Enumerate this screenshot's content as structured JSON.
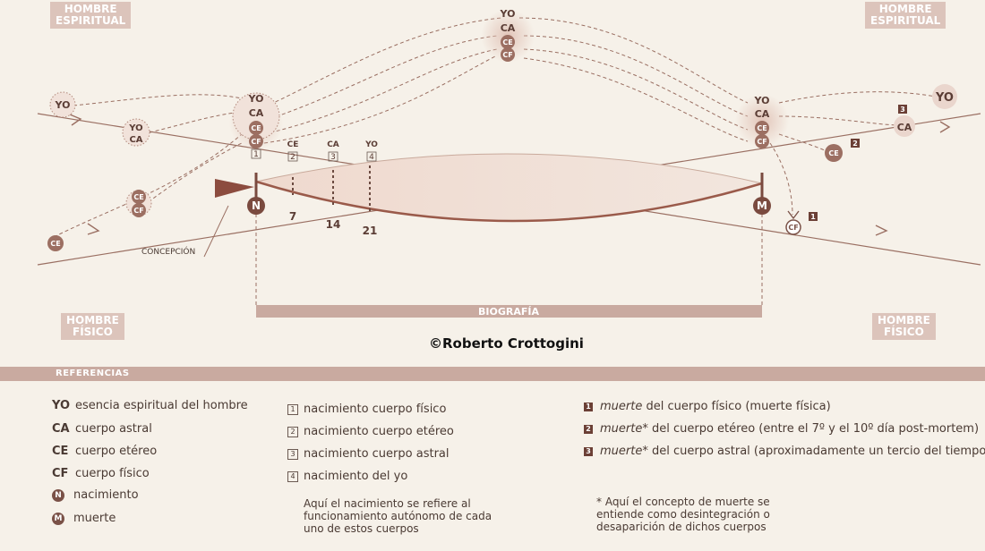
{
  "labels": {
    "hombre_espiritual": "HOMBRE\nESPIRITUAL",
    "hombre_fisico": "HOMBRE\nFÍSICO",
    "concepcion": "CONCEPCIÓN",
    "biografia": "BIOGRAFÍA",
    "copyright": "©Roberto Crottogini",
    "n": "N",
    "m": "M",
    "yo": "YO",
    "ca": "CA",
    "ce": "CE",
    "cf": "CF",
    "ages": [
      "7",
      "14",
      "21"
    ],
    "births": [
      {
        "num": "1",
        "top": ""
      },
      {
        "num": "2",
        "top": "CE"
      },
      {
        "num": "3",
        "top": "CA"
      },
      {
        "num": "4",
        "top": "YO"
      }
    ],
    "deaths": [
      "1",
      "2",
      "3"
    ]
  },
  "references": {
    "title": "REFERENCIAS",
    "col1": [
      {
        "abbr": "YO",
        "text": "esencia espiritual del hombre"
      },
      {
        "abbr": "CA",
        "text": "cuerpo astral"
      },
      {
        "abbr": "CE",
        "text": "cuerpo etéreo"
      },
      {
        "abbr": "CF",
        "text": "cuerpo físico"
      },
      {
        "abbr": "N",
        "text": "nacimiento"
      },
      {
        "abbr": "M",
        "text": "muerte"
      }
    ],
    "col2": [
      {
        "num": "1",
        "text": "nacimiento cuerpo físico"
      },
      {
        "num": "2",
        "text": "nacimiento cuerpo etéreo"
      },
      {
        "num": "3",
        "text": "nacimiento cuerpo astral"
      },
      {
        "num": "4",
        "text": "nacimiento del yo"
      }
    ],
    "col2_note": "Aquí el nacimiento se refiere al funcionamiento autónomo de cada uno de estos cuerpos",
    "col3": [
      {
        "num": "1",
        "em": "muerte",
        "text": " del cuerpo físico (muerte física)"
      },
      {
        "num": "2",
        "em": "muerte*",
        "text": " del cuerpo etéreo (entre el 7º y el 10º día post-mortem)"
      },
      {
        "num": "3",
        "em": "muerte*",
        "text": " del cuerpo astral (aproximadamente un tercio del tiempo vivido)"
      }
    ],
    "col3_note": "* Aquí el concepto de muerte se entiende como desintegración o desaparición de dichos cuerpos"
  },
  "colors": {
    "line": "#9a6f62",
    "dark": "#7a5147",
    "fill": "#eedfd6",
    "glow": "#e6cdc2"
  }
}
